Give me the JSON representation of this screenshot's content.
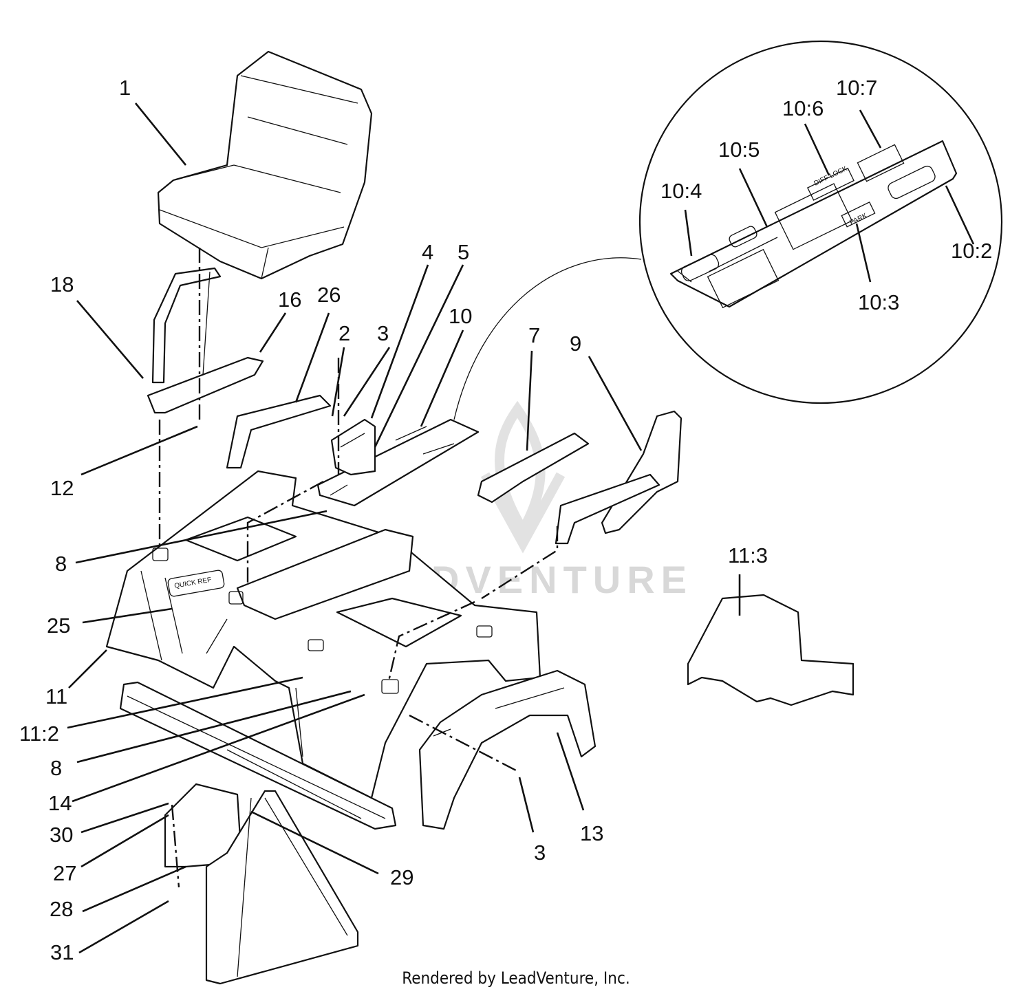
{
  "callouts": {
    "c1": "1",
    "c18": "18",
    "c16": "16",
    "c26": "26",
    "c2": "2",
    "c3a": "3",
    "c4": "4",
    "c5": "5",
    "c10": "10",
    "c7": "7",
    "c9": "9",
    "c12": "12",
    "c8a": "8",
    "c25": "25",
    "c11": "11",
    "c11_2": "11:2",
    "c8b": "8",
    "c14": "14",
    "c30": "30",
    "c27": "27",
    "c28": "28",
    "c31": "31",
    "c29": "29",
    "c3b": "3",
    "c13": "13",
    "c11_3": "11:3",
    "c10_4": "10:4",
    "c10_5": "10:5",
    "c10_6": "10:6",
    "c10_7": "10:7",
    "c10_2": "10:2",
    "c10_3": "10:3"
  },
  "decals": {
    "quick_ref": "QUICK REF",
    "park": "PARK",
    "diff_lock": "DIFF LOCK"
  },
  "watermark": "LEADVENTURE",
  "credit": "Rendered by LeadVenture, Inc."
}
